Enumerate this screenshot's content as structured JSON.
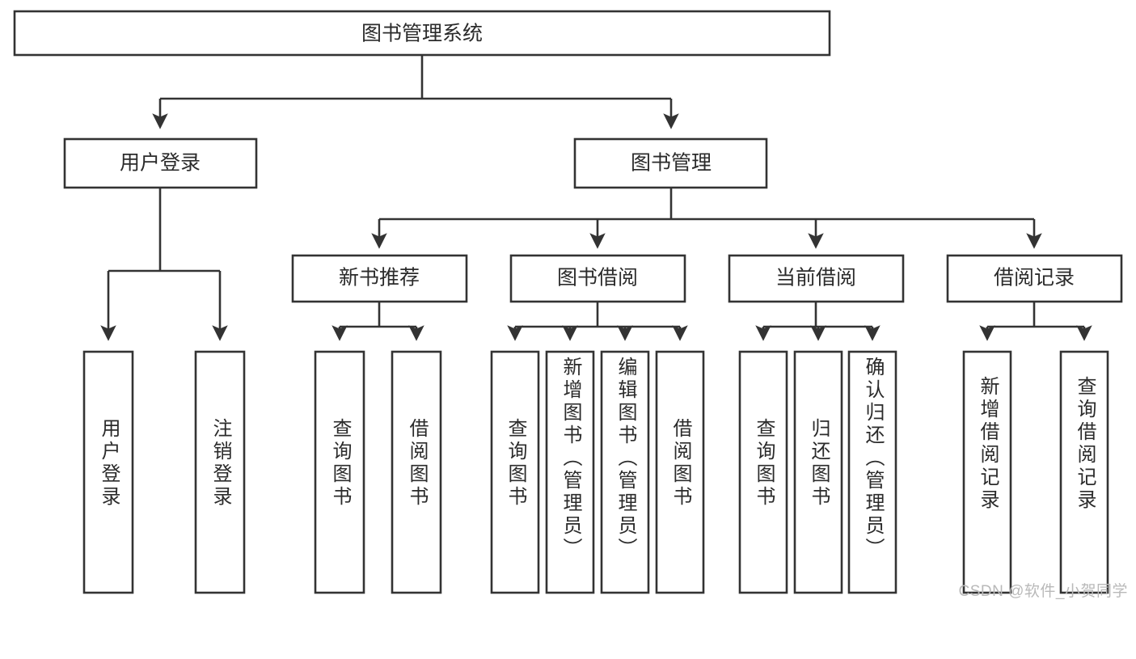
{
  "diagram": {
    "type": "tree-hierarchy",
    "title": "图书管理系统",
    "root": {
      "id": "root",
      "label": "图书管理系统"
    },
    "level2": [
      {
        "id": "user-login",
        "label": "用户登录"
      },
      {
        "id": "book-manage",
        "label": "图书管理"
      }
    ],
    "level3": [
      {
        "id": "new-book-rec",
        "label": "新书推荐",
        "parent": "book-manage"
      },
      {
        "id": "book-borrow",
        "label": "图书借阅",
        "parent": "book-manage"
      },
      {
        "id": "current-borrow",
        "label": "当前借阅",
        "parent": "book-manage"
      },
      {
        "id": "borrow-record",
        "label": "借阅记录",
        "parent": "book-manage"
      }
    ],
    "leaves": [
      {
        "id": "leaf-user-login",
        "label": "用户登录",
        "parent": "user-login"
      },
      {
        "id": "leaf-user-logout",
        "label": "注销登录",
        "parent": "user-login"
      },
      {
        "id": "leaf-query-book-1",
        "label": "查询图书",
        "parent": "new-book-rec"
      },
      {
        "id": "leaf-borrow-book-1",
        "label": "借阅图书",
        "parent": "new-book-rec"
      },
      {
        "id": "leaf-query-book-2",
        "label": "查询图书",
        "parent": "book-borrow"
      },
      {
        "id": "leaf-add-book",
        "label": "新增图书（管理员）",
        "parent": "book-borrow"
      },
      {
        "id": "leaf-edit-book",
        "label": "编辑图书（管理员）",
        "parent": "book-borrow"
      },
      {
        "id": "leaf-borrow-book-2",
        "label": "借阅图书",
        "parent": "book-borrow"
      },
      {
        "id": "leaf-query-book-3",
        "label": "查询图书",
        "parent": "current-borrow"
      },
      {
        "id": "leaf-return-book",
        "label": "归还图书",
        "parent": "current-borrow"
      },
      {
        "id": "leaf-confirm-return",
        "label": "确认归还（管理员）",
        "parent": "current-borrow"
      },
      {
        "id": "leaf-add-record",
        "label": "新增借阅记录",
        "parent": "borrow-record"
      },
      {
        "id": "leaf-query-record",
        "label": "查询借阅记录",
        "parent": "borrow-record"
      }
    ],
    "colors": {
      "stroke": "#333333",
      "fill": "#ffffff",
      "text": "#2b2b2b",
      "watermark": "#b9b9b9"
    }
  },
  "watermark": {
    "text": "CSDN @软件_小贺同学"
  }
}
